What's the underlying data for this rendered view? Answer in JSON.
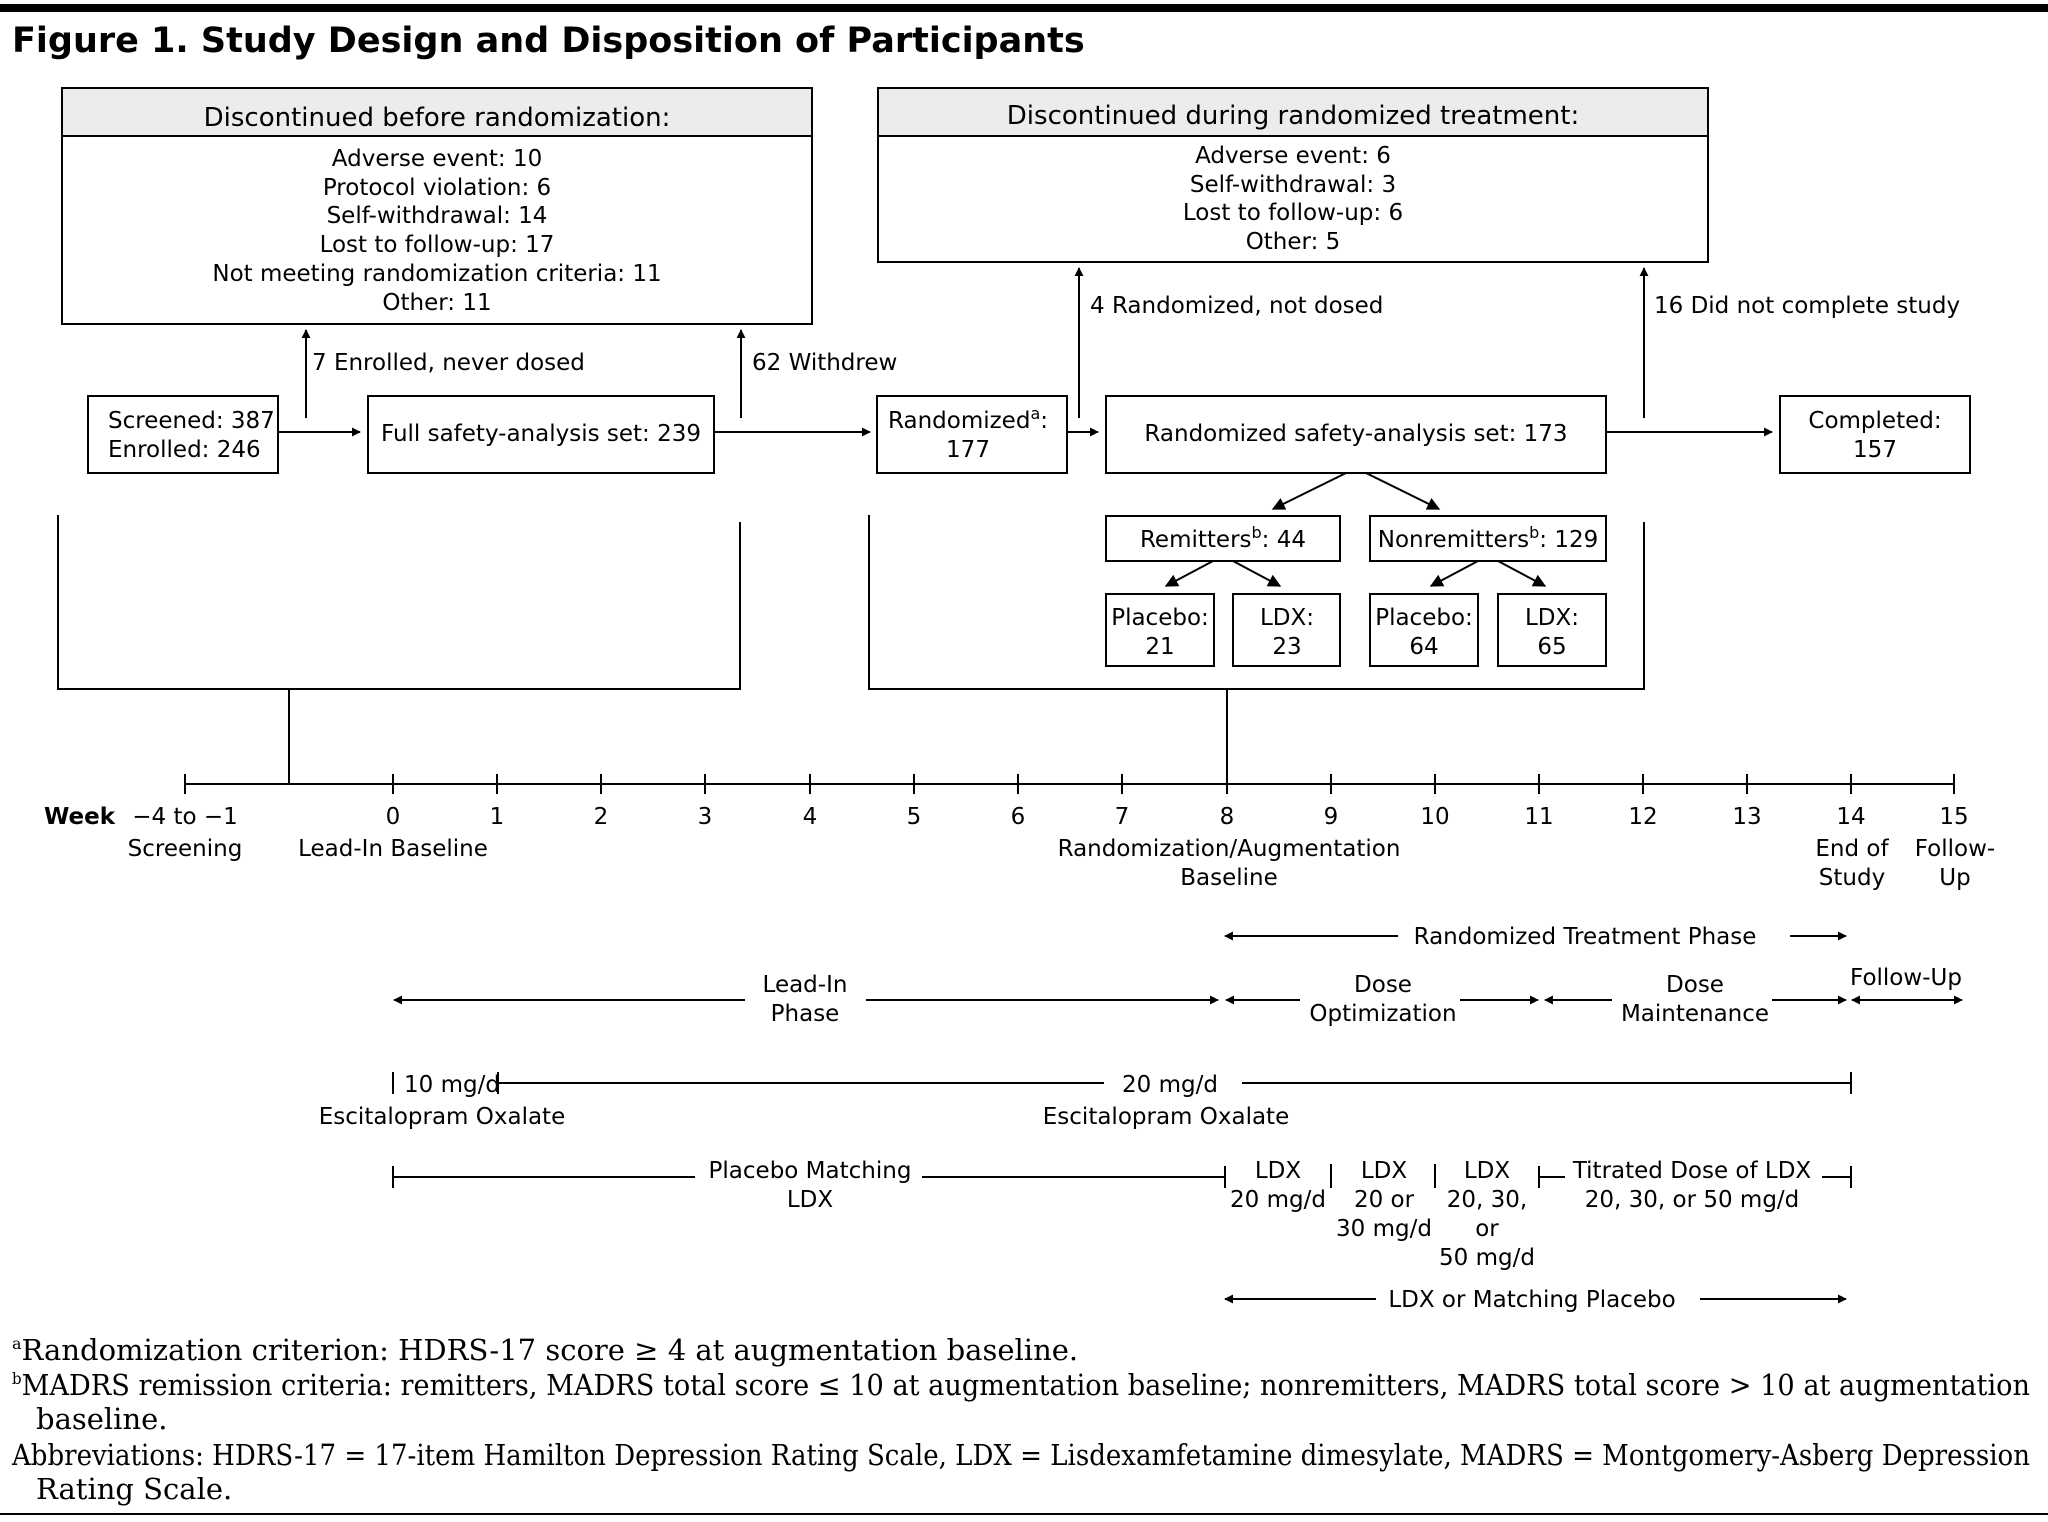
{
  "title": "Figure 1. Study Design and Disposition of Participants",
  "discontinued_before": {
    "header": "Discontinued before randomization:",
    "items": [
      "Adverse event: 10",
      "Protocol violation: 6",
      "Self-withdrawal: 14",
      "Lost to follow-up: 17",
      "Not meeting randomization criteria: 11",
      "Other: 11"
    ]
  },
  "discontinued_during": {
    "header": "Discontinued during randomized treatment:",
    "items": [
      "Adverse event: 6",
      "Self-withdrawal: 3",
      "Lost to follow-up: 6",
      "Other: 5"
    ]
  },
  "flow": {
    "never_dosed": "7 Enrolled, never dosed",
    "withdrew": "62 Withdrew",
    "not_dosed": "4 Randomized, not dosed",
    "did_not_complete": "16 Did not complete study",
    "screened": "Screened: 387",
    "enrolled": "Enrolled:  246",
    "full_safety": "Full safety-analysis set: 239",
    "randomized_label": "Randomized",
    "randomized_sup": "a",
    "randomized_colon": ":",
    "randomized_count": "177",
    "randomized_safety": "Randomized safety-analysis set: 173",
    "completed_label": "Completed:",
    "completed_count": "157",
    "remitters_label": "Remitters",
    "remitters_sup": "b",
    "remitters_count": ": 44",
    "nonremitters_label": "Nonremitters",
    "nonremitters_sup": "b",
    "nonremitters_count": ": 129",
    "rem_placebo_label": "Placebo:",
    "rem_placebo_count": "21",
    "rem_ldx_label": "LDX:",
    "rem_ldx_count": "23",
    "non_placebo_label": "Placebo:",
    "non_placebo_count": "64",
    "non_ldx_label": "LDX:",
    "non_ldx_count": "65"
  },
  "timeline": {
    "week_label": "Week",
    "ticks": [
      "−4 to −1",
      "0",
      "1",
      "2",
      "3",
      "4",
      "5",
      "6",
      "7",
      "8",
      "9",
      "10",
      "11",
      "12",
      "13",
      "14",
      "15"
    ],
    "screening": "Screening",
    "lead_in_baseline": "Lead-In Baseline",
    "randomization_1": "Randomization/Augmentation",
    "randomization_2": "Baseline",
    "end_of_study_1": "End of",
    "end_of_study_2": "Study",
    "follow_up_1": "Follow-",
    "follow_up_2": "Up"
  },
  "phases": {
    "randomized_treatment": "Randomized Treatment Phase",
    "lead_in_1": "Lead-In",
    "lead_in_2": "Phase",
    "dose_opt_1": "Dose",
    "dose_opt_2": "Optimization",
    "dose_main_1": "Dose",
    "dose_main_2": "Maintenance",
    "follow_up": "Follow-Up"
  },
  "dosing": {
    "esc_10": "10 mg/d",
    "esc_10_name": "Escitalopram Oxalate",
    "esc_20": "20 mg/d",
    "esc_20_name": "Escitalopram Oxalate",
    "placebo_1": "Placebo Matching",
    "placebo_2": "LDX",
    "ldx_a_1": "LDX",
    "ldx_a_2": "20 mg/d",
    "ldx_b_1": "LDX",
    "ldx_b_2": "20 or",
    "ldx_b_3": "30 mg/d",
    "ldx_c_1": "LDX",
    "ldx_c_2": "20, 30,",
    "ldx_c_3": "or",
    "ldx_c_4": "50 mg/d",
    "titrated_1": "Titrated Dose of LDX",
    "titrated_2": "20, 30, or 50 mg/d",
    "ldx_or_placebo": "LDX or Matching Placebo"
  },
  "footnotes": {
    "a_mark": "a",
    "a_text": "Randomization criterion: HDRS-17 score ≥ 4 at augmentation baseline.",
    "b_mark": "b",
    "b_text_1": "MADRS remission criteria: remitters, MADRS total score ≤ 10 at augmentation baseline; nonremitters, MADRS total score > 10 at augmentation",
    "b_text_2": "baseline.",
    "abbr_1": "Abbreviations: HDRS-17 = 17-item Hamilton Depression Rating Scale, LDX = Lisdexamfetamine dimesylate, MADRS = Montgomery-Asberg Depression",
    "abbr_2": "Rating Scale."
  }
}
